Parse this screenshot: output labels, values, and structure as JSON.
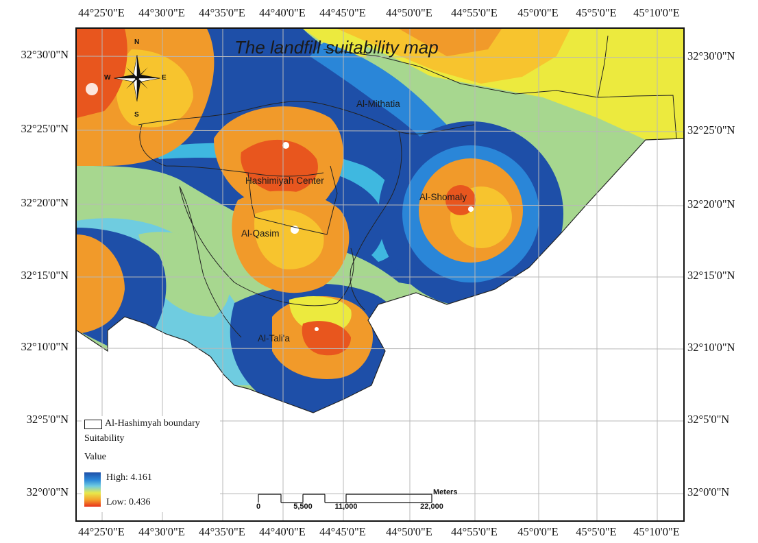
{
  "map": {
    "title": "The landfill suitability map",
    "top_lon_labels": [
      "44°25'0\"E",
      "44°30'0\"E",
      "44°35'0\"E",
      "44°40'0\"E",
      "44°45'0\"E",
      "44°50'0\"E",
      "44°55'0\"E",
      "45°0'0\"E",
      "45°5'0\"E",
      "45°10'0\"E"
    ],
    "bottom_lon_labels": [
      "44°25'0\"E",
      "44°30'0\"E",
      "44°35'0\"E",
      "44°40'0\"E",
      "44°45'0\"E",
      "44°50'0\"E",
      "44°55'0\"E",
      "45°0'0\"E",
      "45°5'0\"E",
      "45°10'0\"E"
    ],
    "left_lat_labels": [
      "32°30'0\"N",
      "32°25'0\"N",
      "32°20'0\"N",
      "32°15'0\"N",
      "32°10'0\"N",
      "32°5'0\"N",
      "32°0'0\"N"
    ],
    "right_lat_labels": [
      "32°30'0\"N",
      "32°25'0\"N",
      "32°20'0\"N",
      "32°15'0\"N",
      "32°10'0\"N",
      "32°5'0\"N",
      "32°0'0\"N"
    ],
    "places": [
      "Al-Mithatia",
      "Hashimiyah Center",
      "Al-Shomaly",
      "Al-Qasim",
      "Al-Tali'a"
    ],
    "compass": {
      "n": "N",
      "s": "S",
      "e": "E",
      "w": "W"
    }
  },
  "legend": {
    "boundary_label": "Al-Hashimyah boundary",
    "heading": "Suitability",
    "subheading": "Value",
    "high_label": "High: 4.161",
    "low_label": "Low: 0.436",
    "high_value": 4.161,
    "low_value": 0.436
  },
  "scalebar": {
    "unit": "Meters",
    "ticks": [
      "0",
      "5,500",
      "11,000",
      "22,000"
    ]
  },
  "colors": {
    "dark_blue": "#1e4fa8",
    "mid_blue": "#2a86d8",
    "cyan": "#3fb8e0",
    "teal": "#6fcce0",
    "light_green": "#a7d78f",
    "yellow": "#ecea3e",
    "orange_yellow": "#f7c42e",
    "orange": "#f19a2a",
    "red_orange": "#e8561e"
  }
}
